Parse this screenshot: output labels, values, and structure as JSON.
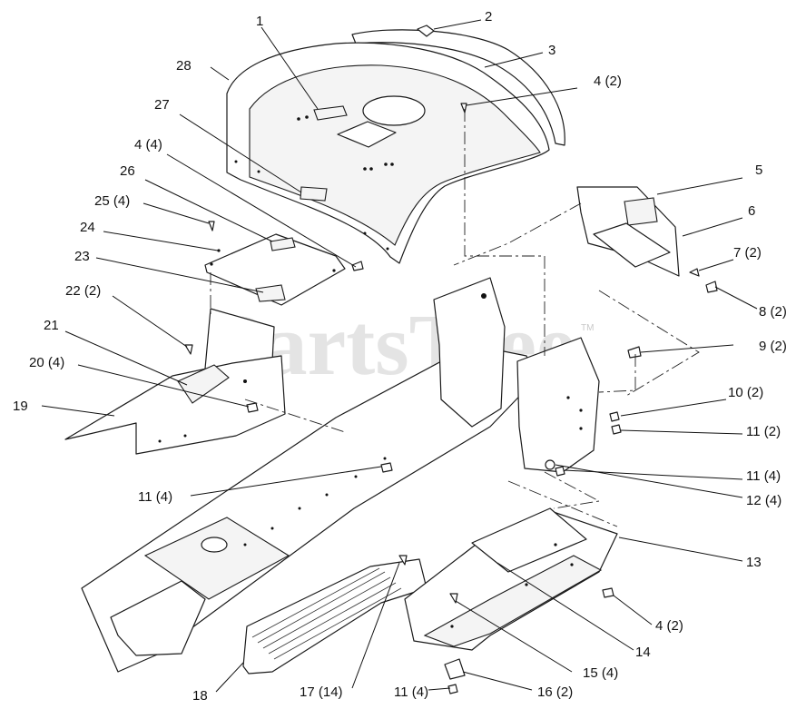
{
  "watermark": {
    "text": "PartsTree",
    "tm": "TM"
  },
  "callouts": [
    {
      "id": "c1",
      "text": "1"
    },
    {
      "id": "c2",
      "text": "2"
    },
    {
      "id": "c3",
      "text": "3"
    },
    {
      "id": "c4a",
      "text": "4 (2)"
    },
    {
      "id": "c5",
      "text": "5"
    },
    {
      "id": "c6",
      "text": "6"
    },
    {
      "id": "c7",
      "text": "7 (2)"
    },
    {
      "id": "c8",
      "text": "8 (2)"
    },
    {
      "id": "c9",
      "text": "9 (2)"
    },
    {
      "id": "c10",
      "text": "10 (2)"
    },
    {
      "id": "c11a",
      "text": "11 (2)"
    },
    {
      "id": "c11b",
      "text": "11 (4)"
    },
    {
      "id": "c12",
      "text": "12 (4)"
    },
    {
      "id": "c13",
      "text": "13"
    },
    {
      "id": "c4b",
      "text": "4 (2)"
    },
    {
      "id": "c14",
      "text": "14"
    },
    {
      "id": "c15",
      "text": "15 (4)"
    },
    {
      "id": "c16",
      "text": "16 (2)"
    },
    {
      "id": "c11c",
      "text": "11 (4)"
    },
    {
      "id": "c17",
      "text": "17 (14)"
    },
    {
      "id": "c18",
      "text": "18"
    },
    {
      "id": "c11d",
      "text": "11 (4)"
    },
    {
      "id": "c19",
      "text": "19"
    },
    {
      "id": "c20",
      "text": "20 (4)"
    },
    {
      "id": "c21",
      "text": "21"
    },
    {
      "id": "c22",
      "text": "22 (2)"
    },
    {
      "id": "c23",
      "text": "23"
    },
    {
      "id": "c24",
      "text": "24"
    },
    {
      "id": "c25",
      "text": "25 (4)"
    },
    {
      "id": "c26",
      "text": "26"
    },
    {
      "id": "c4c",
      "text": "4 (4)"
    },
    {
      "id": "c27",
      "text": "27"
    },
    {
      "id": "c28",
      "text": "28"
    }
  ]
}
